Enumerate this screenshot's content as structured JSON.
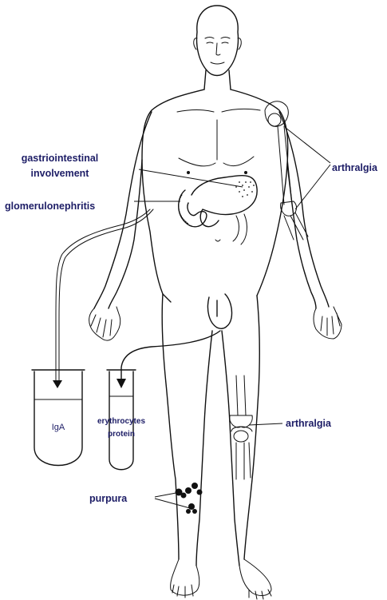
{
  "labels": {
    "gastro_line1": "gastriointestinal",
    "gastro_line2": "involvement",
    "glomerulo": "glomerulonephritis",
    "arthralgia_arm": "arthralgia",
    "arthralgia_knee": "arthralgia",
    "purpura": "purpura",
    "tube_left": "IgA",
    "tube_right_line1": "erythrocytes",
    "tube_right_line2": "protein"
  },
  "colors": {
    "label_text": "#1d1d66",
    "line_ink": "#111111",
    "background": "#ffffff"
  }
}
